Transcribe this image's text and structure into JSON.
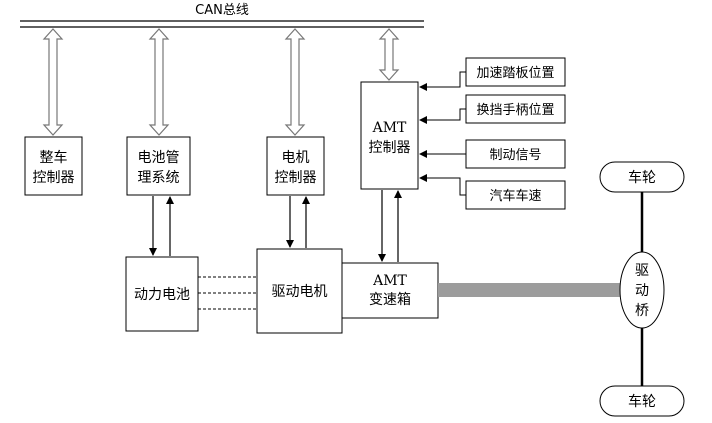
{
  "can_bus": {
    "label": "CAN总线"
  },
  "vehicle_controller": {
    "line1": "整车",
    "line2": "控制器"
  },
  "battery_management": {
    "line1": "电池管",
    "line2": "理系统"
  },
  "motor_controller": {
    "line1": "电机",
    "line2": "控制器"
  },
  "amt_controller": {
    "line1": "AMT",
    "line2": "控制器"
  },
  "inputs": {
    "accelerator": "加速踏板位置",
    "shift_lever": "换挡手柄位置",
    "brake": "制动信号",
    "speed": "汽车车速"
  },
  "power_battery": {
    "label": "动力电池"
  },
  "drive_motor": {
    "label": "驱动电机"
  },
  "amt_gearbox": {
    "line1": "AMT",
    "line2": "变速箱"
  },
  "drive_axle": {
    "line1": "驱",
    "line2": "动",
    "line3": "桥"
  },
  "wheel_top": {
    "label": "车轮"
  },
  "wheel_bottom": {
    "label": "车轮"
  },
  "colors": {
    "shaft": "#9c9c9c",
    "line": "#000000",
    "box_fill": "#ffffff"
  }
}
